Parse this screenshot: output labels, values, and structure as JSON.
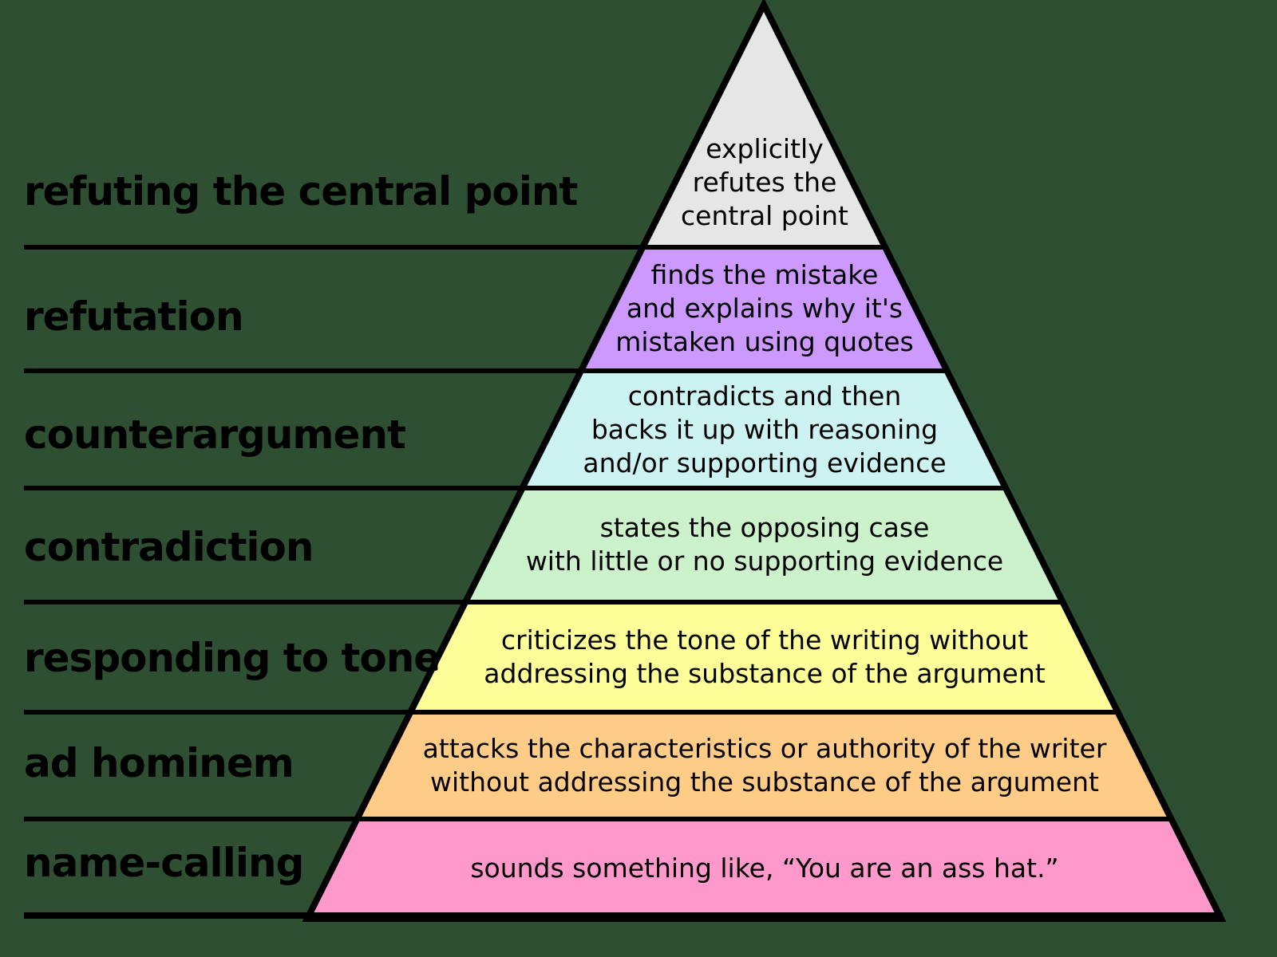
{
  "background_color": "#2f4f33",
  "pyramid": {
    "outline_color": "#000000",
    "text_color": "#000000",
    "levels": [
      {
        "label": "refuting the central point",
        "color": "#e6e6e6",
        "lines": [
          "explicitly",
          "refutes the",
          "central point"
        ]
      },
      {
        "label": "refutation",
        "color": "#cc99ff",
        "lines": [
          "finds the mistake",
          "and explains why it's",
          "mistaken using quotes"
        ]
      },
      {
        "label": "counterargument",
        "color": "#ccf2f2",
        "lines": [
          "contradicts and then",
          "backs it up with reasoning",
          "and/or supporting evidence"
        ]
      },
      {
        "label": "contradiction",
        "color": "#ccf2cc",
        "lines": [
          "states the opposing case",
          "with little or no supporting evidence"
        ]
      },
      {
        "label": "responding to tone",
        "color": "#ffff99",
        "lines": [
          "criticizes the tone of the writing without",
          "addressing the substance of the argument"
        ]
      },
      {
        "label": "ad hominem",
        "color": "#ffcc88",
        "lines": [
          "attacks the characteristics or authority of the writer",
          "without addressing the substance of the argument"
        ]
      },
      {
        "label": "name-calling",
        "color": "#ff99cc",
        "lines": [
          "sounds something like, “You are an ass hat.”"
        ]
      }
    ]
  }
}
